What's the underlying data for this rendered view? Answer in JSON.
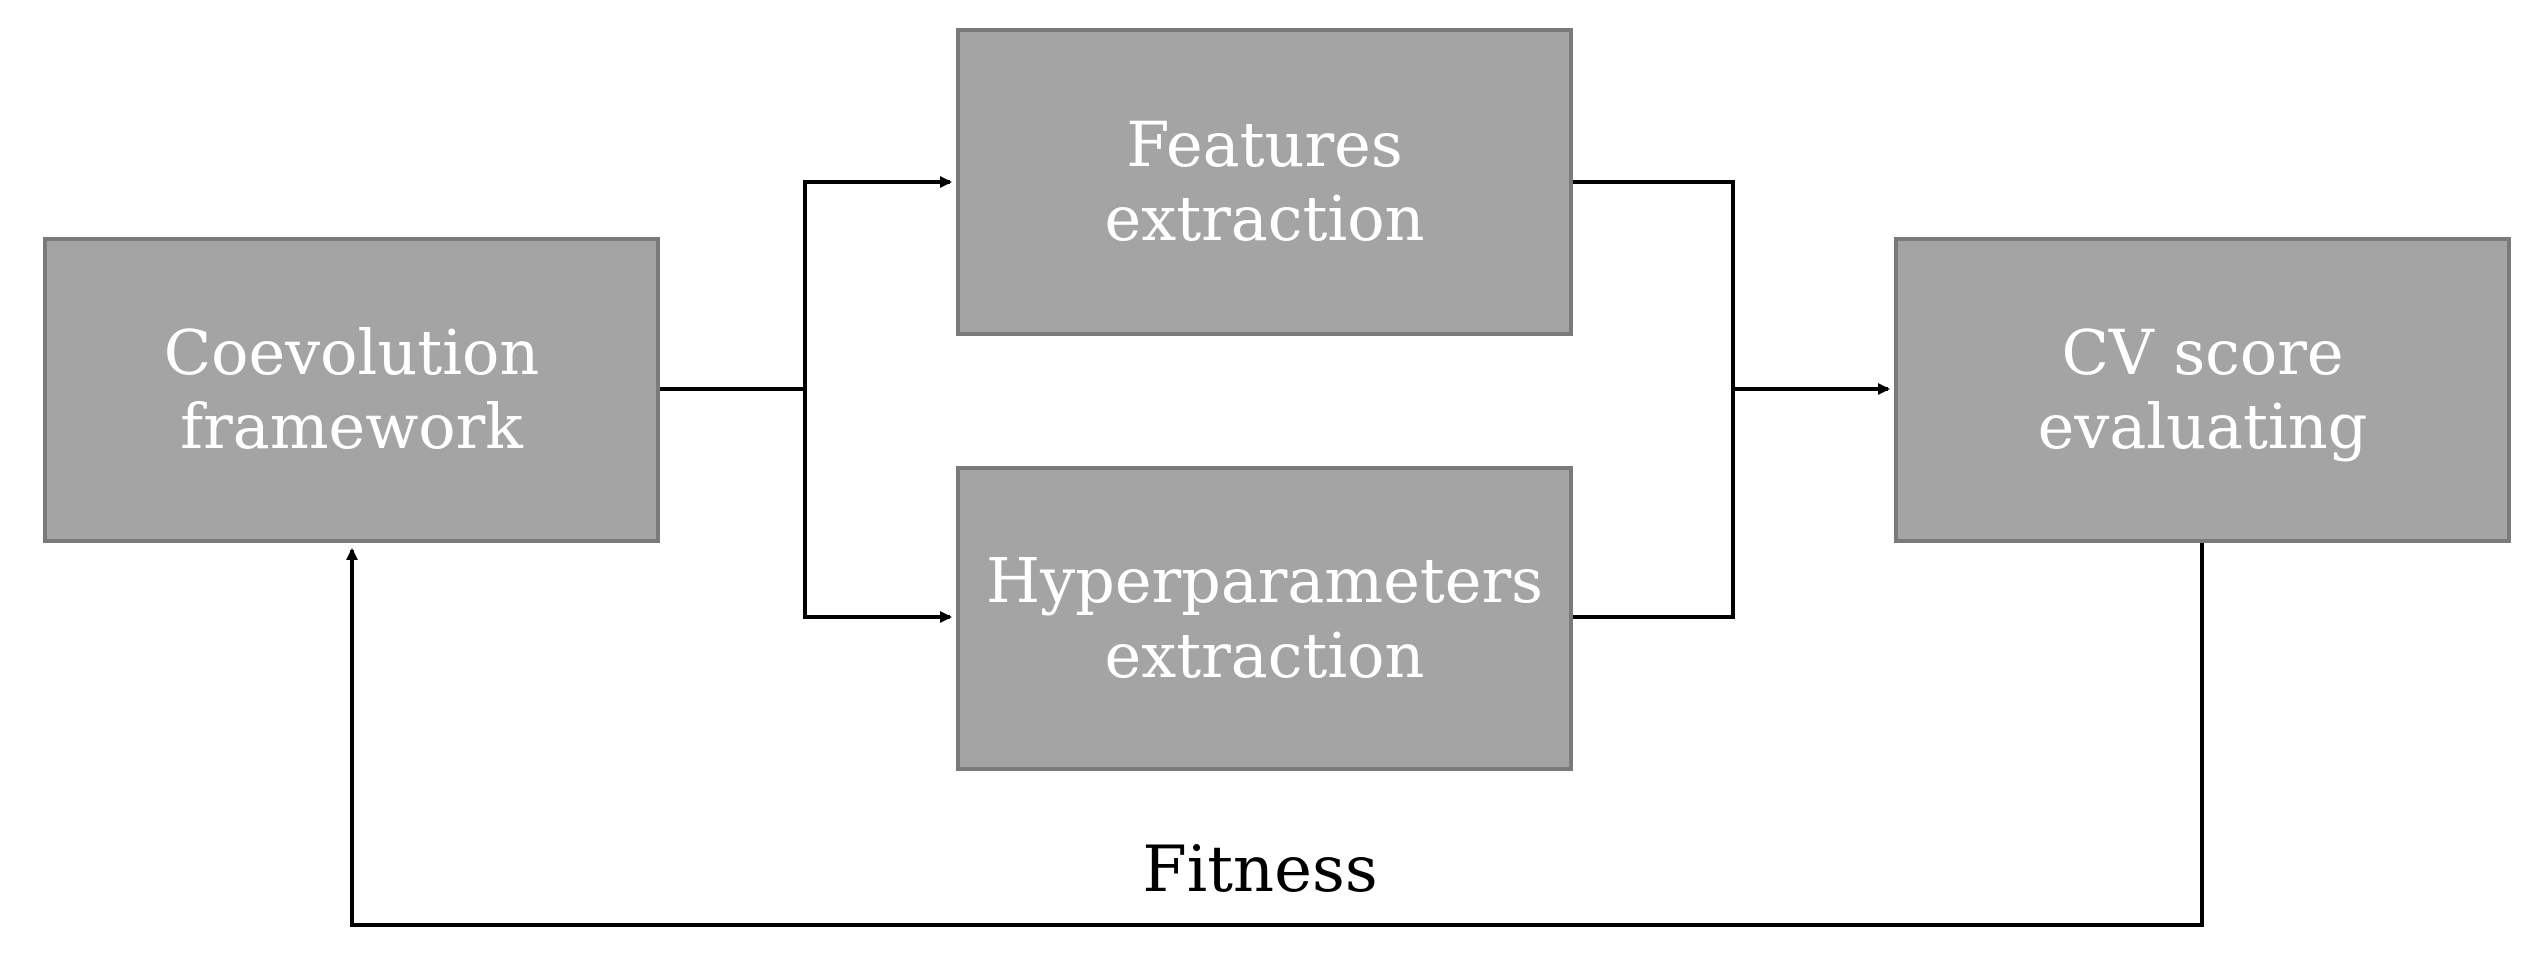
{
  "diagram": {
    "nodes": {
      "coevolution": {
        "line1": "Coevolution",
        "line2": "framework"
      },
      "features": {
        "line1": "Features",
        "line2": "extraction"
      },
      "hyperparameters": {
        "line1": "Hyperparameters",
        "line2": "extraction"
      },
      "cv_score": {
        "line1": "CV score",
        "line2": "evaluating"
      }
    },
    "edges": [
      {
        "from": "coevolution",
        "to": "features"
      },
      {
        "from": "coevolution",
        "to": "hyperparameters"
      },
      {
        "from": "features",
        "to": "cv_score"
      },
      {
        "from": "hyperparameters",
        "to": "cv_score"
      },
      {
        "from": "cv_score",
        "to": "coevolution",
        "label": "Fitness"
      }
    ],
    "fitness_label": "Fitness"
  },
  "colors": {
    "box_fill": "#a4a4a4",
    "box_border": "#7a7a7a",
    "box_text": "#ffffff",
    "line": "#000000"
  }
}
